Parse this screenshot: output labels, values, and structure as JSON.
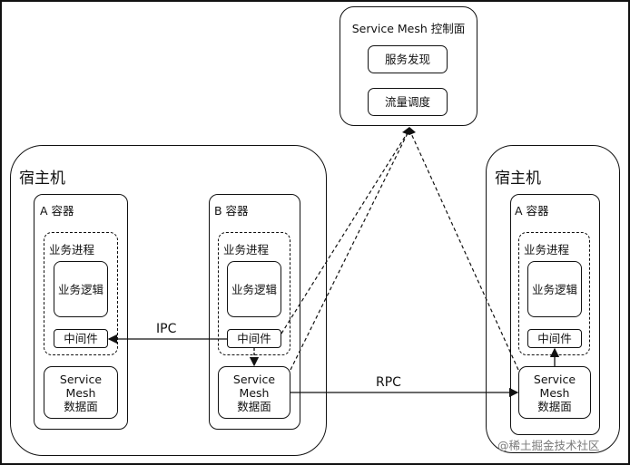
{
  "control_plane": {
    "title": "Service Mesh 控制面",
    "service_discovery": "服务发现",
    "traffic_scheduling": "流量调度"
  },
  "hosts": [
    {
      "title": "宿主机",
      "containers": [
        {
          "title": "A 容器",
          "process_title": "业务进程",
          "business_logic": "业务逻辑",
          "middleware": "中间件",
          "data_plane": [
            "Service",
            "Mesh",
            "数据面"
          ]
        },
        {
          "title": "B 容器",
          "process_title": "业务进程",
          "business_logic": "业务逻辑",
          "middleware": "中间件",
          "data_plane": [
            "Service",
            "Mesh",
            "数据面"
          ]
        }
      ]
    },
    {
      "title": "宿主机",
      "containers": [
        {
          "title": "A 容器",
          "process_title": "业务进程",
          "business_logic": "业务逻辑",
          "middleware": "中间件",
          "data_plane": [
            "Service",
            "Mesh",
            "数据面"
          ]
        }
      ]
    }
  ],
  "edges": {
    "ipc": "IPC",
    "rpc": "RPC"
  },
  "watermark": "@稀土掘金技术社区"
}
